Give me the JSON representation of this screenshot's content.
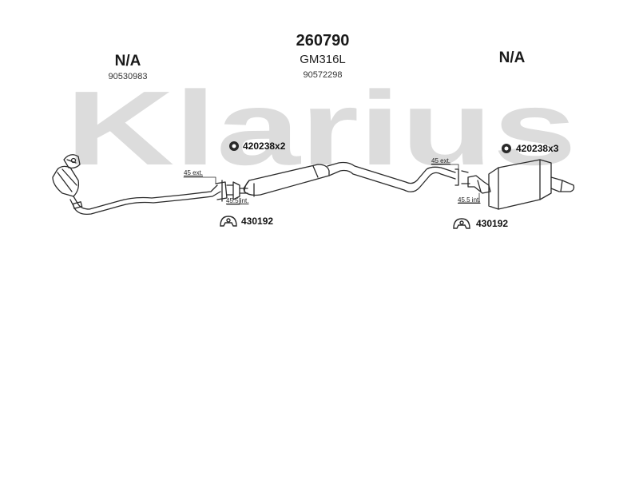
{
  "watermark": {
    "text": "Klarius",
    "color": "#dcdcdc"
  },
  "main_part": {
    "number": "260790",
    "kit_code": "GM316L",
    "oe_number": "90572298"
  },
  "left_section": {
    "label": "N/A",
    "oe_number": "90530983"
  },
  "right_section": {
    "label": "N/A"
  },
  "fittings": {
    "clamp_mid": "420238x2",
    "clamp_rear": "420238x3",
    "rubber_mid": "430192",
    "rubber_rear": "430192"
  },
  "dimensions": {
    "front_ext": "45 ext.",
    "front_int": "45.5 int.",
    "rear_ext": "45 ext.",
    "rear_int": "45.5 int."
  },
  "icons": {
    "clamp": "pipe-clamp-icon",
    "rubber": "rubber-mount-icon"
  },
  "colors": {
    "line": "#2a2a2a",
    "watermark": "#dcdcdc"
  }
}
